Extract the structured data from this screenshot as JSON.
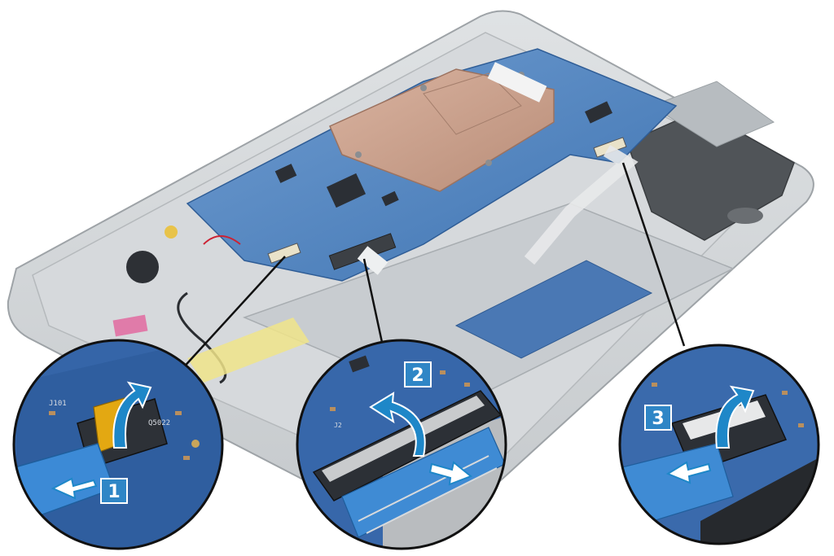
{
  "image": {
    "description": "Exploded photo-illustration of a laptop palm-rest assembly with system board; three callout circles show ribbon-cable connector latches being lifted and cables disconnected.",
    "colors": {
      "board_blue": "#3f78b8",
      "copper": "#c9a08a",
      "chassis_gray": "#cfd3d6",
      "label_blue": "#2f86c6",
      "arrow_blue": "#1e87c8"
    }
  },
  "callouts": [
    {
      "step": "1",
      "icon": "latch-lift-arrow-icon",
      "secondary_icon": "pull-cable-arrow-icon"
    },
    {
      "step": "2",
      "icon": "latch-lift-arrow-icon",
      "secondary_icon": "pull-cable-arrow-icon"
    },
    {
      "step": "3",
      "icon": "latch-lift-arrow-icon",
      "secondary_icon": "pull-cable-arrow-icon"
    }
  ]
}
